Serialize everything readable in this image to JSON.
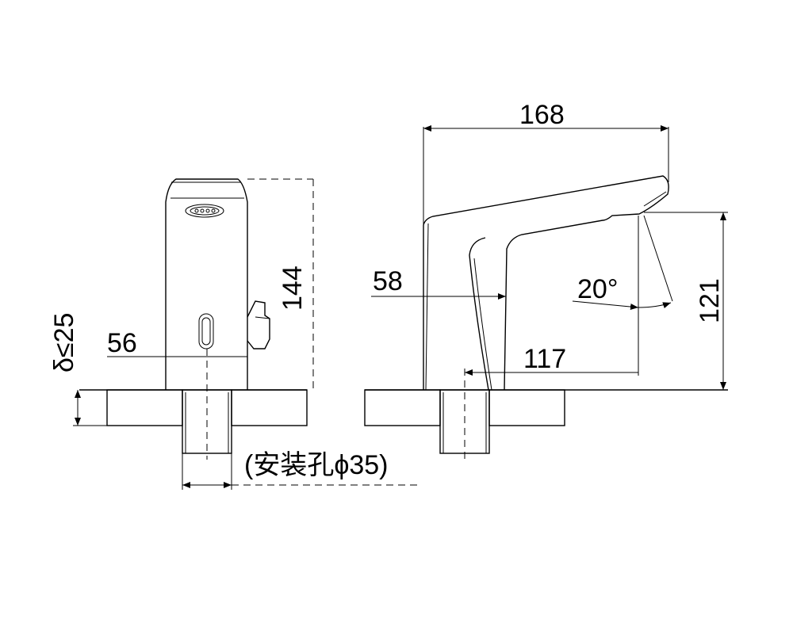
{
  "dimensions": {
    "front_height": "144",
    "front_width": "56",
    "counter_thickness": "δ≤25",
    "side_length": "168",
    "side_body_offset": "58",
    "side_spout_reach": "117",
    "side_spout_height": "121",
    "spout_angle": "20°"
  },
  "notes": {
    "mounting_hole": "(安装孔ϕ35)"
  },
  "colors": {
    "line": "#000000",
    "background": "#ffffff",
    "stone_fill": "#f3f3f3"
  }
}
